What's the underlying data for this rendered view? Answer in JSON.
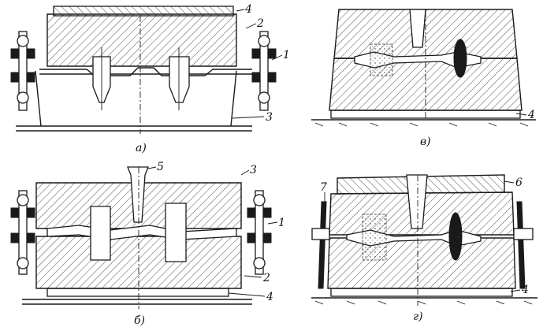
{
  "panels": [
    {
      "id": "a",
      "caption": "а)",
      "labels": [
        "4",
        "2",
        "1",
        "3"
      ]
    },
    {
      "id": "v",
      "caption": "в)",
      "labels": [
        "4"
      ]
    },
    {
      "id": "b",
      "caption": "б)",
      "labels": [
        "5",
        "3",
        "1",
        "2",
        "4"
      ]
    },
    {
      "id": "g",
      "caption": "г)",
      "labels": [
        "7",
        "6",
        "4"
      ]
    }
  ]
}
